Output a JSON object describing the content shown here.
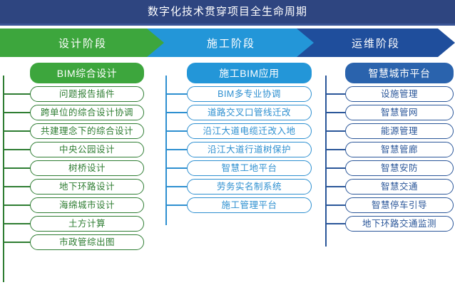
{
  "header": {
    "title": "数字化技术贯穿项目全生命周期",
    "background_color": "#2e4580"
  },
  "phases": [
    {
      "label": "设计阶段",
      "color": "#3da63d",
      "key": "design"
    },
    {
      "label": "施工阶段",
      "color": "#2396d8",
      "key": "construction"
    },
    {
      "label": "运维阶段",
      "color": "#1f4e9c",
      "key": "operation"
    }
  ],
  "columns": {
    "design": {
      "head": "BIM综合设计",
      "accent_color": "#2e7d32",
      "items": [
        "问题报告插件",
        "跨单位的综合设计协调",
        "共建理念下的综合设计",
        "中央公园设计",
        "树桥设计",
        "地下环路设计",
        "海绵城市设计",
        "土方计算",
        "市政管综出图"
      ]
    },
    "construction": {
      "head": "施工BIM应用",
      "accent_color": "#2d8fd0",
      "items": [
        "BIM多专业协调",
        "道路交叉口管线迁改",
        "沿江大道电缆迁改入地",
        "沿江大道行道树保护",
        "智慧工地平台",
        "劳务实名制系统",
        "施工管理平台"
      ]
    },
    "operation": {
      "head": "智慧城市平台",
      "accent_color": "#2a5699",
      "items": [
        "设施管理",
        "智慧管网",
        "能源管理",
        "智慧管廊",
        "智慧安防",
        "智慧交通",
        "智慧停车引导",
        "地下环路交通监测"
      ]
    }
  }
}
